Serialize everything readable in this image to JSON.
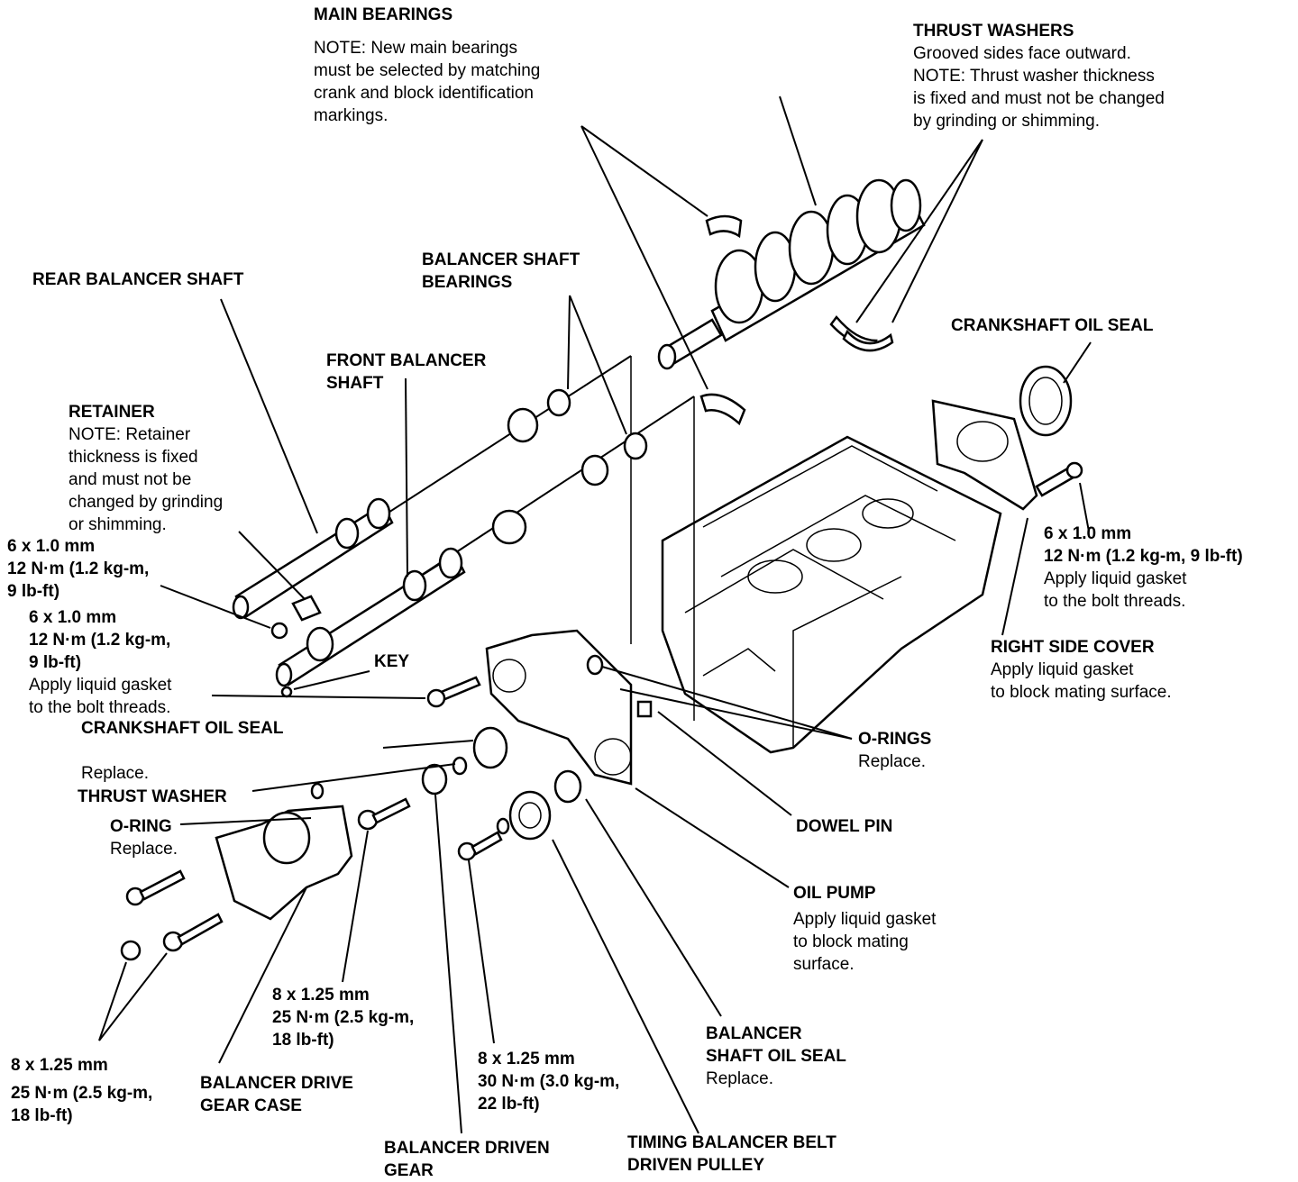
{
  "labels": {
    "main_bearings": {
      "title": "MAIN BEARINGS",
      "note": [
        "NOTE: New main bearings",
        "must be selected by matching",
        "crank and block identification",
        "markings."
      ]
    },
    "thrust_washers": {
      "title": "THRUST WASHERS",
      "note": [
        "Grooved sides face outward.",
        "NOTE: Thrust washer thickness",
        "is fixed and must not be changed",
        "by grinding or shimming."
      ]
    },
    "rear_balancer_shaft": {
      "title": "REAR BALANCER SHAFT"
    },
    "balancer_shaft_bearings": {
      "title": [
        "BALANCER SHAFT",
        "BEARINGS"
      ]
    },
    "crankshaft_oil_seal_right": {
      "title": "CRANKSHAFT OIL SEAL"
    },
    "front_balancer_shaft": {
      "title": [
        "FRONT BALANCER",
        "SHAFT"
      ]
    },
    "retainer": {
      "title": "RETAINER",
      "note": [
        "NOTE: Retainer",
        "thickness is fixed",
        "and must not be",
        "changed by grinding",
        "or shimming."
      ]
    },
    "retainer_bolt": [
      "6 x 1.0 mm",
      "12 N·m (1.2 kg-m,",
      "9 lb-ft)"
    ],
    "right_cover_bolt": {
      "spec": [
        "6 x 1.0 mm",
        "12 N·m (1.2 kg-m, 9 lb-ft)"
      ],
      "note": [
        "Apply liquid gasket",
        "to the bolt threads."
      ]
    },
    "oil_pump_bolt": {
      "spec": [
        "6 x 1.0 mm",
        "12 N·m (1.2 kg-m,",
        "9 lb-ft)"
      ],
      "note": [
        "Apply liquid gasket",
        "to the bolt threads."
      ]
    },
    "key": {
      "title": "KEY"
    },
    "right_side_cover": {
      "title": "RIGHT SIDE COVER",
      "note": [
        "Apply liquid gasket",
        "to block mating surface."
      ]
    },
    "crankshaft_oil_seal_left": {
      "title": "CRANKSHAFT OIL SEAL",
      "note": "Replace."
    },
    "thrust_washer": {
      "title": "THRUST WASHER"
    },
    "o_ring": {
      "title": "O-RING",
      "note": "Replace."
    },
    "o_rings": {
      "title": "O-RINGS",
      "note": "Replace."
    },
    "dowel_pin": {
      "title": "DOWEL PIN"
    },
    "oil_pump": {
      "title": "OIL PUMP",
      "note": [
        "Apply liquid gasket",
        "to block mating",
        "surface."
      ]
    },
    "case_bolt_spec": [
      "8 x 1.25 mm",
      "25 N·m (2.5 kg-m,",
      "18 lb-ft)"
    ],
    "gear_bolt_spec": [
      "8 x 1.25 mm",
      "25 N·m (2.5 kg-m,",
      "18 lb-ft)"
    ],
    "pulley_bolt_spec": [
      "8 x 1.25 mm",
      "30 N·m (3.0 kg-m,",
      "22 lb-ft)"
    ],
    "balancer_shaft_oil_seal": {
      "title": [
        "BALANCER",
        "SHAFT OIL SEAL"
      ],
      "note": "Replace."
    },
    "balancer_drive_gear_case": {
      "title": [
        "BALANCER DRIVE",
        "GEAR CASE"
      ]
    },
    "balancer_driven_gear": {
      "title": [
        "BALANCER DRIVEN",
        "GEAR"
      ]
    },
    "timing_balancer_belt_driven_pulley": {
      "title": [
        "TIMING BALANCER BELT",
        "DRIVEN PULLEY"
      ]
    }
  }
}
